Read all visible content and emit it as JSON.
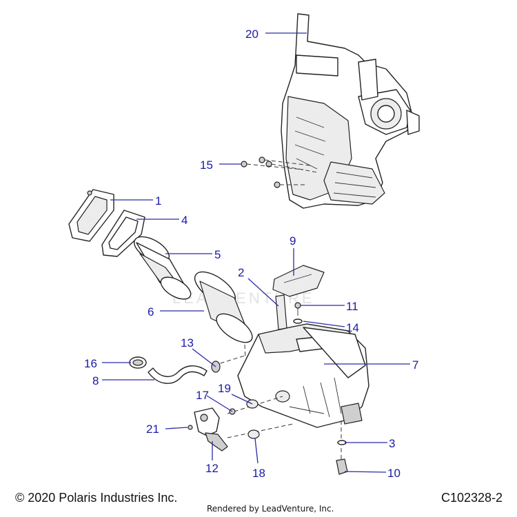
{
  "copyright": "© 2020 Polaris Industries Inc.",
  "rendered_by": "Rendered by LeadVenture, Inc.",
  "figure_id": "C102328-2",
  "watermark": "LEADVENTURE",
  "callouts": {
    "c1": "1",
    "c2": "2",
    "c3": "3",
    "c4": "4",
    "c5": "5",
    "c6": "6",
    "c7": "7",
    "c8": "8",
    "c9": "9",
    "c10": "10",
    "c11": "11",
    "c12": "12",
    "c13": "13",
    "c14": "14",
    "c15": "15",
    "c16": "16",
    "c17": "17",
    "c18": "18",
    "c19": "19",
    "c20": "20",
    "c21": "21"
  },
  "colors": {
    "callout": "#1a1aa6",
    "line": "#222222"
  }
}
